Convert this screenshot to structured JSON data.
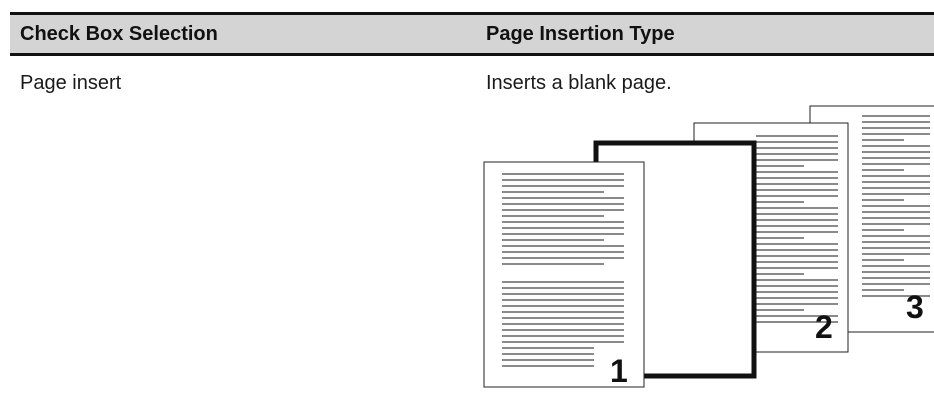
{
  "table": {
    "headers": [
      "Check Box Selection",
      "Page Insertion Type"
    ],
    "rows": [
      {
        "selection": "Page insert",
        "description": "Inserts a blank page."
      }
    ]
  },
  "illustration": {
    "page_numbers": [
      "1",
      "2",
      "3"
    ]
  }
}
